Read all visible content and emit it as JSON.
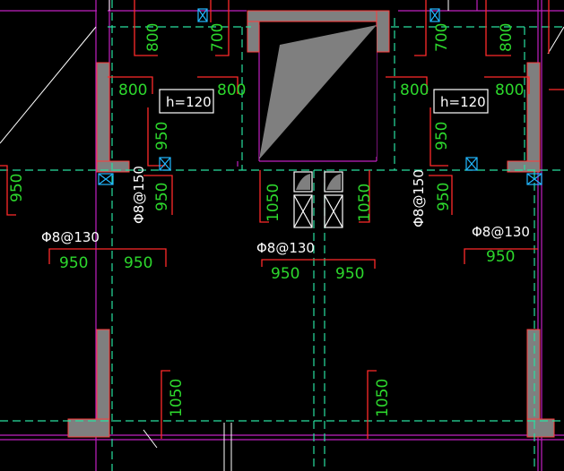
{
  "drawing": {
    "colors": {
      "background": "#000000",
      "wall_fill": "#7f7f7f",
      "wall_edge": "#ff3b3b",
      "axis_dash": "#28e0a0",
      "rebar_line": "#ff2a2a",
      "dimension_text": "#2dd82d",
      "label_text": "#ffffff",
      "magenta_line": "#c020c0",
      "cyan_mark": "#22b8ff",
      "white_line": "#ffffff"
    },
    "top_dims": {
      "d1": "800",
      "d2": "700",
      "d3": "700",
      "d4": "800"
    },
    "room_dims": {
      "left_a": "800",
      "left_b": "800",
      "right_a": "800",
      "right_b": "800"
    },
    "slab_thickness_left": "h=120",
    "slab_thickness_right": "h=120",
    "vertical_dims": {
      "left_edge": "950",
      "left_room": "950",
      "left_lower": "950",
      "right_room": "950",
      "right_lower": "950",
      "mid_left": "1050",
      "mid_right": "1050",
      "bottom_left": "1050",
      "bottom_right": "1050"
    },
    "rebar_labels": {
      "vertical_left": "Φ8@150",
      "vertical_right": "Φ8@150",
      "span_left": "Φ8@130",
      "span_mid": "Φ8@130",
      "span_right": "Φ8@130"
    },
    "span_dims": {
      "left_1": "950",
      "left_2": "950",
      "mid_1": "950",
      "mid_2": "950",
      "right_1": "950"
    },
    "icons": {
      "column_marker": "column-cross-icon",
      "duct_box": "duct-x-box-icon",
      "shaft_fill": "shaft-hatch-icon"
    }
  }
}
